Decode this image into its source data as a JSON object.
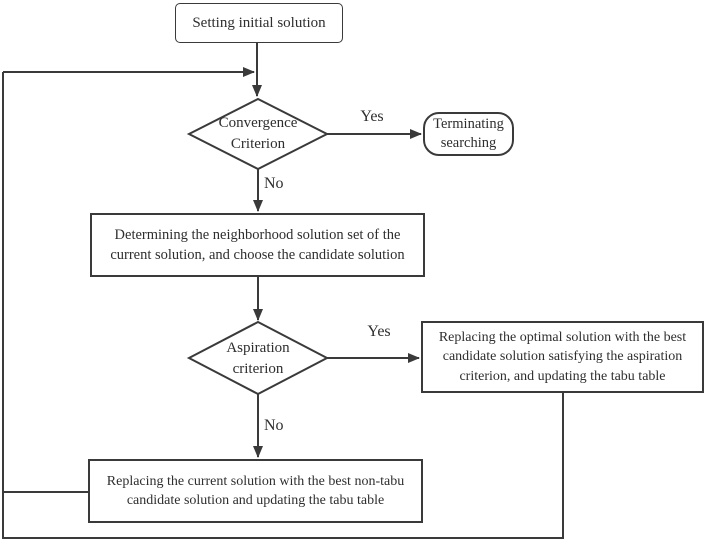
{
  "nodes": {
    "start": {
      "label": "Setting initial solution"
    },
    "convergence": {
      "lines": [
        "Convergence",
        "Criterion"
      ]
    },
    "terminate": {
      "lines": [
        "Terminating",
        "searching"
      ]
    },
    "neighborhood": {
      "lines": [
        "Determining the neighborhood solution set of the",
        "current solution, and choose the candidate solution"
      ]
    },
    "aspiration": {
      "lines": [
        "Aspiration",
        "criterion"
      ]
    },
    "replace_optimal": {
      "lines": [
        "Replacing the optimal solution with the best",
        "candidate solution satisfying the aspiration",
        "criterion, and updating the tabu table"
      ]
    },
    "replace_current": {
      "lines": [
        "Replacing the current solution with the best non-tabu",
        "candidate solution and updating the tabu table"
      ]
    }
  },
  "edge_labels": {
    "convergence_yes": "Yes",
    "convergence_no": "No",
    "aspiration_yes": "Yes",
    "aspiration_no": "No"
  },
  "colors": {
    "line": "#3a3a3a",
    "text": "#2e2e2e",
    "background": "#ffffff"
  }
}
